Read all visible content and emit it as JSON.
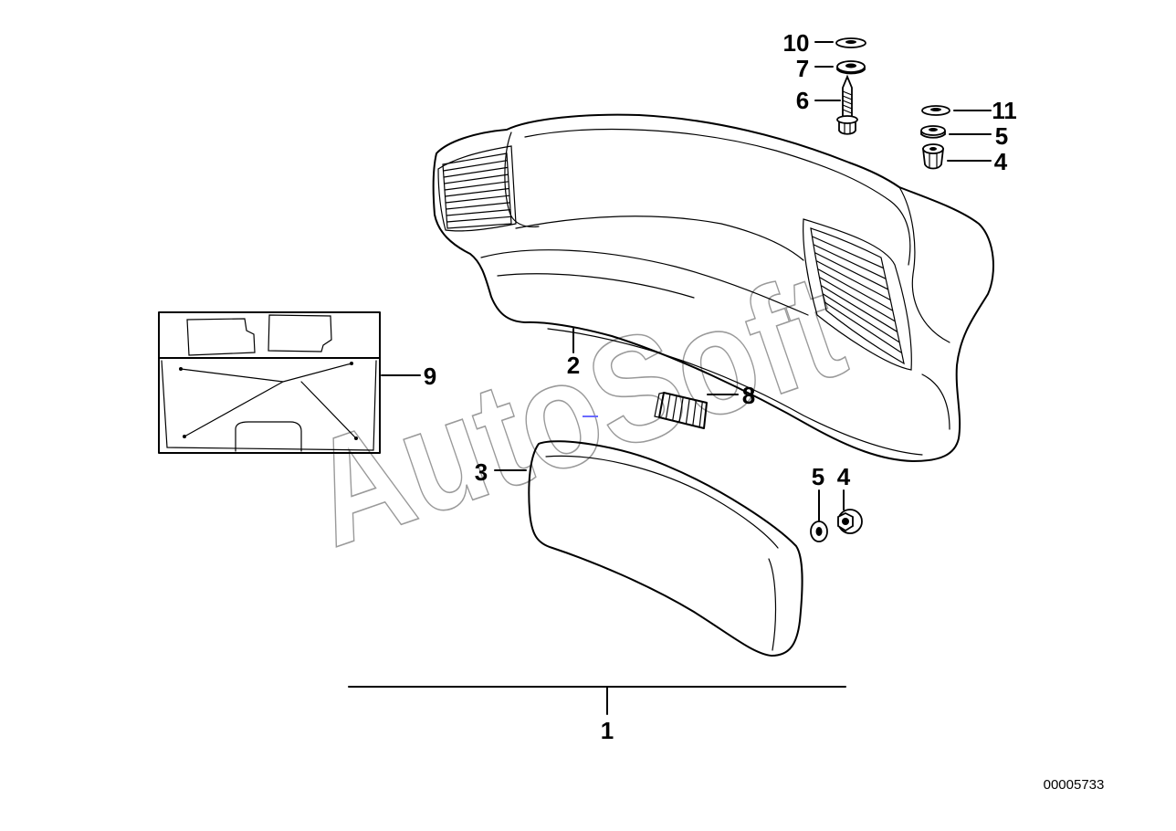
{
  "callouts": [
    {
      "label": "10"
    },
    {
      "label": "7"
    },
    {
      "label": "6"
    },
    {
      "label": "11"
    },
    {
      "label": "5"
    },
    {
      "label": "4"
    },
    {
      "label": "2"
    },
    {
      "label": "8"
    },
    {
      "label": "9"
    },
    {
      "label": "3"
    },
    {
      "label": "5"
    },
    {
      "label": "4"
    },
    {
      "label": "1"
    }
  ],
  "diagram_number": "00005733",
  "watermark": "AutoSoft",
  "colors": {
    "background": "#ffffff",
    "line": "#000000",
    "watermark": "#9a9a9a"
  }
}
